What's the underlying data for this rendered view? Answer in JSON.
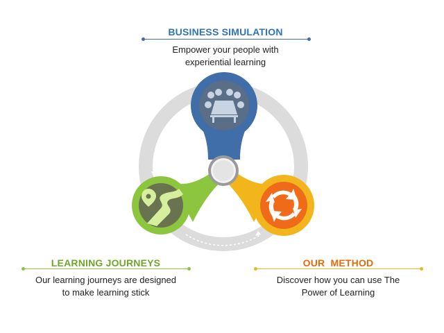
{
  "colors": {
    "blue": "#3f6ea8",
    "green": "#8cc63f",
    "yellow": "#f2b51c",
    "orange": "#ef6b1a",
    "olive": "#6a7350",
    "ring": "#d9d9d9",
    "heading_blue": "#2e74b5",
    "heading_green": "#70a52c",
    "heading_orange": "#e36c09"
  },
  "top": {
    "title": "BUSINESS SIMULATION",
    "desc_line1": "Empower your people with",
    "desc_line2": "experiential learning",
    "icon": "meeting-table-icon"
  },
  "left": {
    "title": "LEARNING JOURNEYS",
    "desc_line1": "Our learning journeys are designed",
    "desc_line2": "to make learning stick",
    "icon": "map-path-icon"
  },
  "right": {
    "title": "OUR  METHOD",
    "desc_line1": "Discover how you can use The",
    "desc_line2": "Power of Learning",
    "icon": "cycle-arrows-icon"
  }
}
